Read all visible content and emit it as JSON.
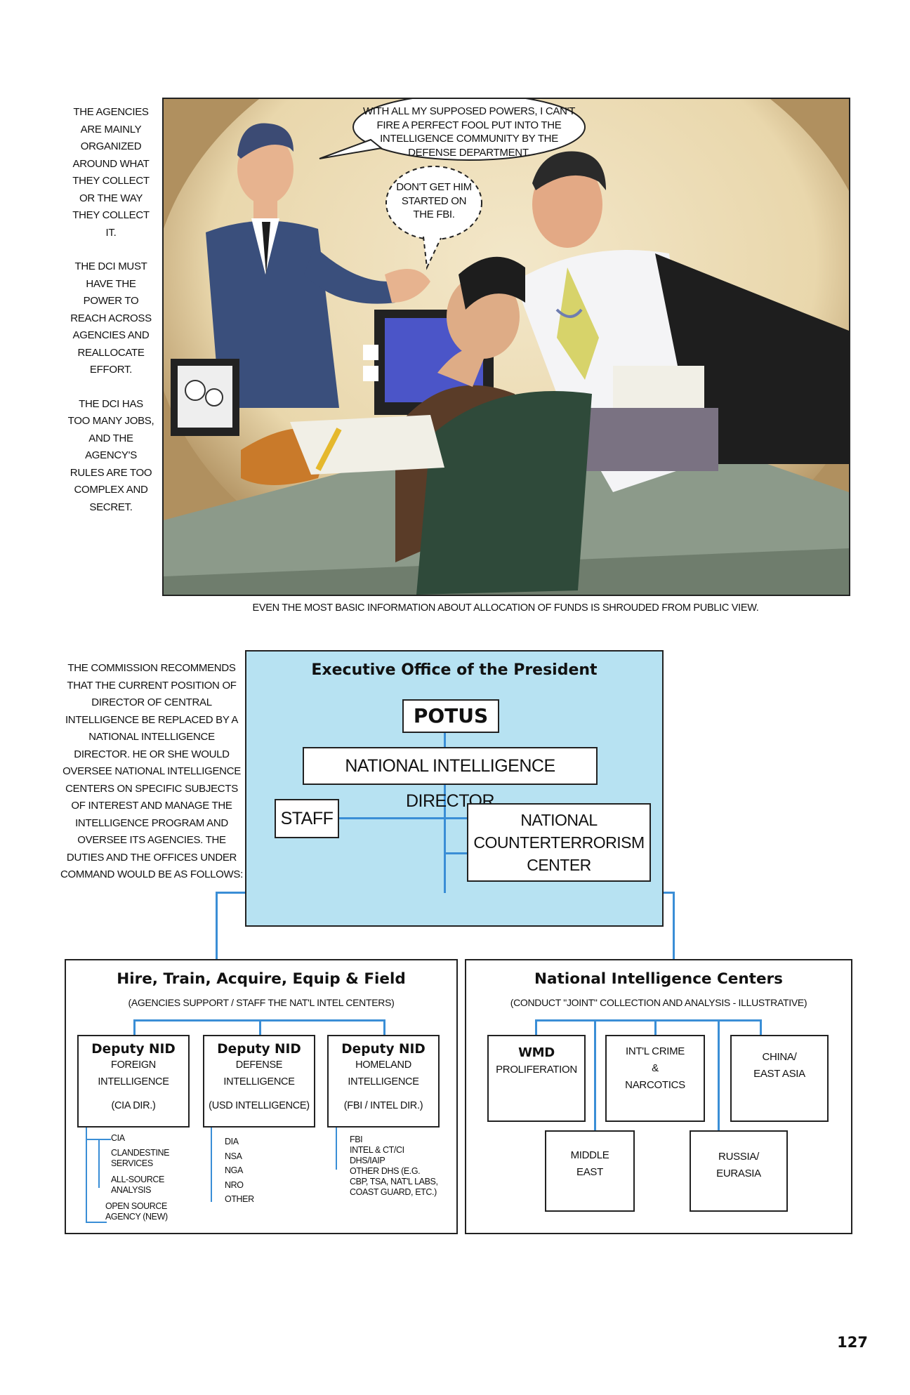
{
  "side_notes_top": [
    "THE AGENCIES ARE MAINLY ORGANIZED AROUND WHAT THEY COLLECT OR THE WAY THEY COLLECT IT.",
    "THE DCI MUST HAVE THE POWER TO REACH ACROSS AGENCIES AND REALLOCATE EFFORT.",
    "THE DCI HAS TOO MANY JOBS, AND THE AGENCY'S RULES ARE TOO COMPLEX AND SECRET."
  ],
  "panel": {
    "balloon_main": "WITH ALL MY SUPPOSED POWERS, I CAN'T FIRE A PERFECT FOOL PUT INTO THE INTELLIGENCE COMMUNITY BY THE DEFENSE DEPARTMENT.",
    "balloon_whisper": "DON'T GET HIM STARTED ON THE FBI."
  },
  "caption": "EVEN THE MOST BASIC INFORMATION ABOUT ALLOCATION OF FUNDS IS SHROUDED FROM PUBLIC VIEW.",
  "side_note_bottom": "THE COMMISSION RECOMMENDS THAT THE CURRENT POSITION OF DIRECTOR OF CENTRAL INTELLIGENCE BE REPLACED BY A NATIONAL INTELLIGENCE DIRECTOR. HE OR SHE WOULD OVERSEE NATIONAL INTELLIGENCE CENTERS ON SPECIFIC SUBJECTS OF INTEREST AND MANAGE THE INTELLIGENCE PROGRAM AND OVERSEE ITS AGENCIES. THE DUTIES AND THE OFFICES UNDER COMMAND WOULD BE AS FOLLOWS:",
  "org": {
    "eop_title": "Executive Office of the President",
    "potus": "POTUS",
    "nid": "NATIONAL INTELLIGENCE DIRECTOR",
    "staff": "STAFF",
    "nctc": [
      "NATIONAL",
      "COUNTERTERRORISM",
      "CENTER"
    ],
    "hire": {
      "title": "Hire, Train, Acquire, Equip & Field",
      "subtitle": "(AGENCIES SUPPORT / STAFF THE NAT'L INTEL CENTERS)",
      "deputies": [
        {
          "title": "Deputy NID",
          "line1": "FOREIGN",
          "line2": "INTELLIGENCE",
          "paren": "(CIA DIR.)",
          "items": [
            "CIA",
            "CLANDESTINE SERVICES",
            "ALL-SOURCE ANALYSIS",
            "OPEN SOURCE AGENCY (NEW)"
          ]
        },
        {
          "title": "Deputy NID",
          "line1": "DEFENSE",
          "line2": "INTELLIGENCE",
          "paren": "(USD INTELLIGENCE)",
          "items": [
            "DIA",
            "NSA",
            "NGA",
            "NRO",
            "OTHER"
          ]
        },
        {
          "title": "Deputy NID",
          "line1": "HOMELAND",
          "line2": "INTELLIGENCE",
          "paren": "(FBI / INTEL DIR.)",
          "items": [
            "FBI",
            "INTEL & CT/CI",
            "DHS/IAIP",
            "OTHER DHS (E.G. CBP, TSA, NAT'L LABS, COAST GUARD, ETC.)"
          ]
        }
      ]
    },
    "nic": {
      "title": "National Intelligence Centers",
      "subtitle": "(CONDUCT \"JOINT\" COLLECTION AND ANALYSIS - ILLUSTRATIVE)",
      "wmd_title": "WMD",
      "wmd_sub": "PROLIFERATION",
      "crime": [
        "INT'L CRIME",
        "&",
        "NARCOTICS"
      ],
      "china": [
        "CHINA/",
        "EAST ASIA"
      ],
      "mideast": [
        "MIDDLE",
        "EAST"
      ],
      "russia": [
        "RUSSIA/",
        "EURASIA"
      ]
    }
  },
  "page_number": "127",
  "colors": {
    "eop_fill": "#b7e2f2",
    "connector": "#3a8ed6",
    "panel_bg": "#b99a6c"
  }
}
